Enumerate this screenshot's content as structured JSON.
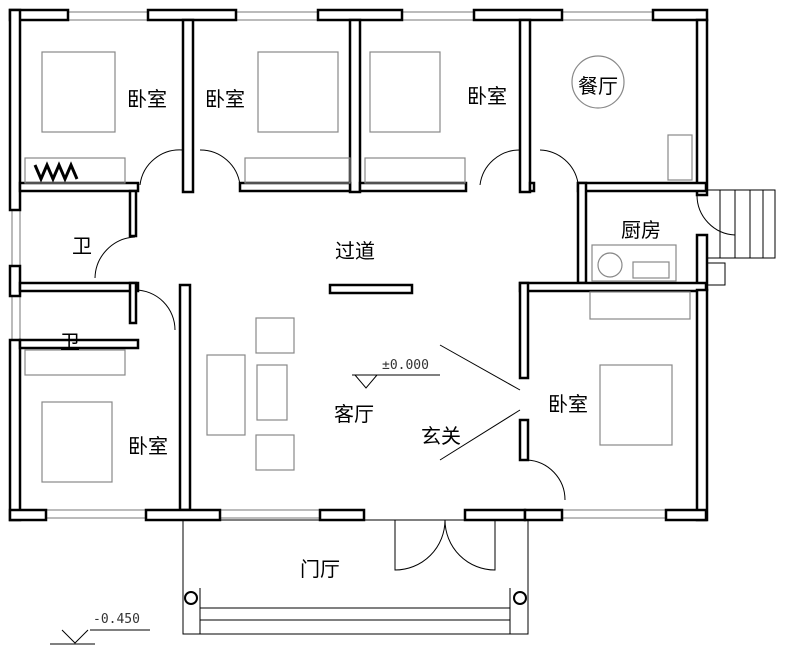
{
  "rooms": {
    "bedroom_top_left": "卧室",
    "bedroom_top_mid": "卧室",
    "bedroom_top_right": "卧室",
    "dining": "餐厅",
    "kitchen": "厨房",
    "bath_upper": "卫",
    "bath_lower": "卫",
    "corridor": "过道",
    "living": "客厅",
    "entry": "玄关",
    "bedroom_right": "卧室",
    "bedroom_bottom_left": "卧室",
    "porch": "门厅"
  },
  "elevations": {
    "floor": "±0.000",
    "porch": "-0.450"
  }
}
